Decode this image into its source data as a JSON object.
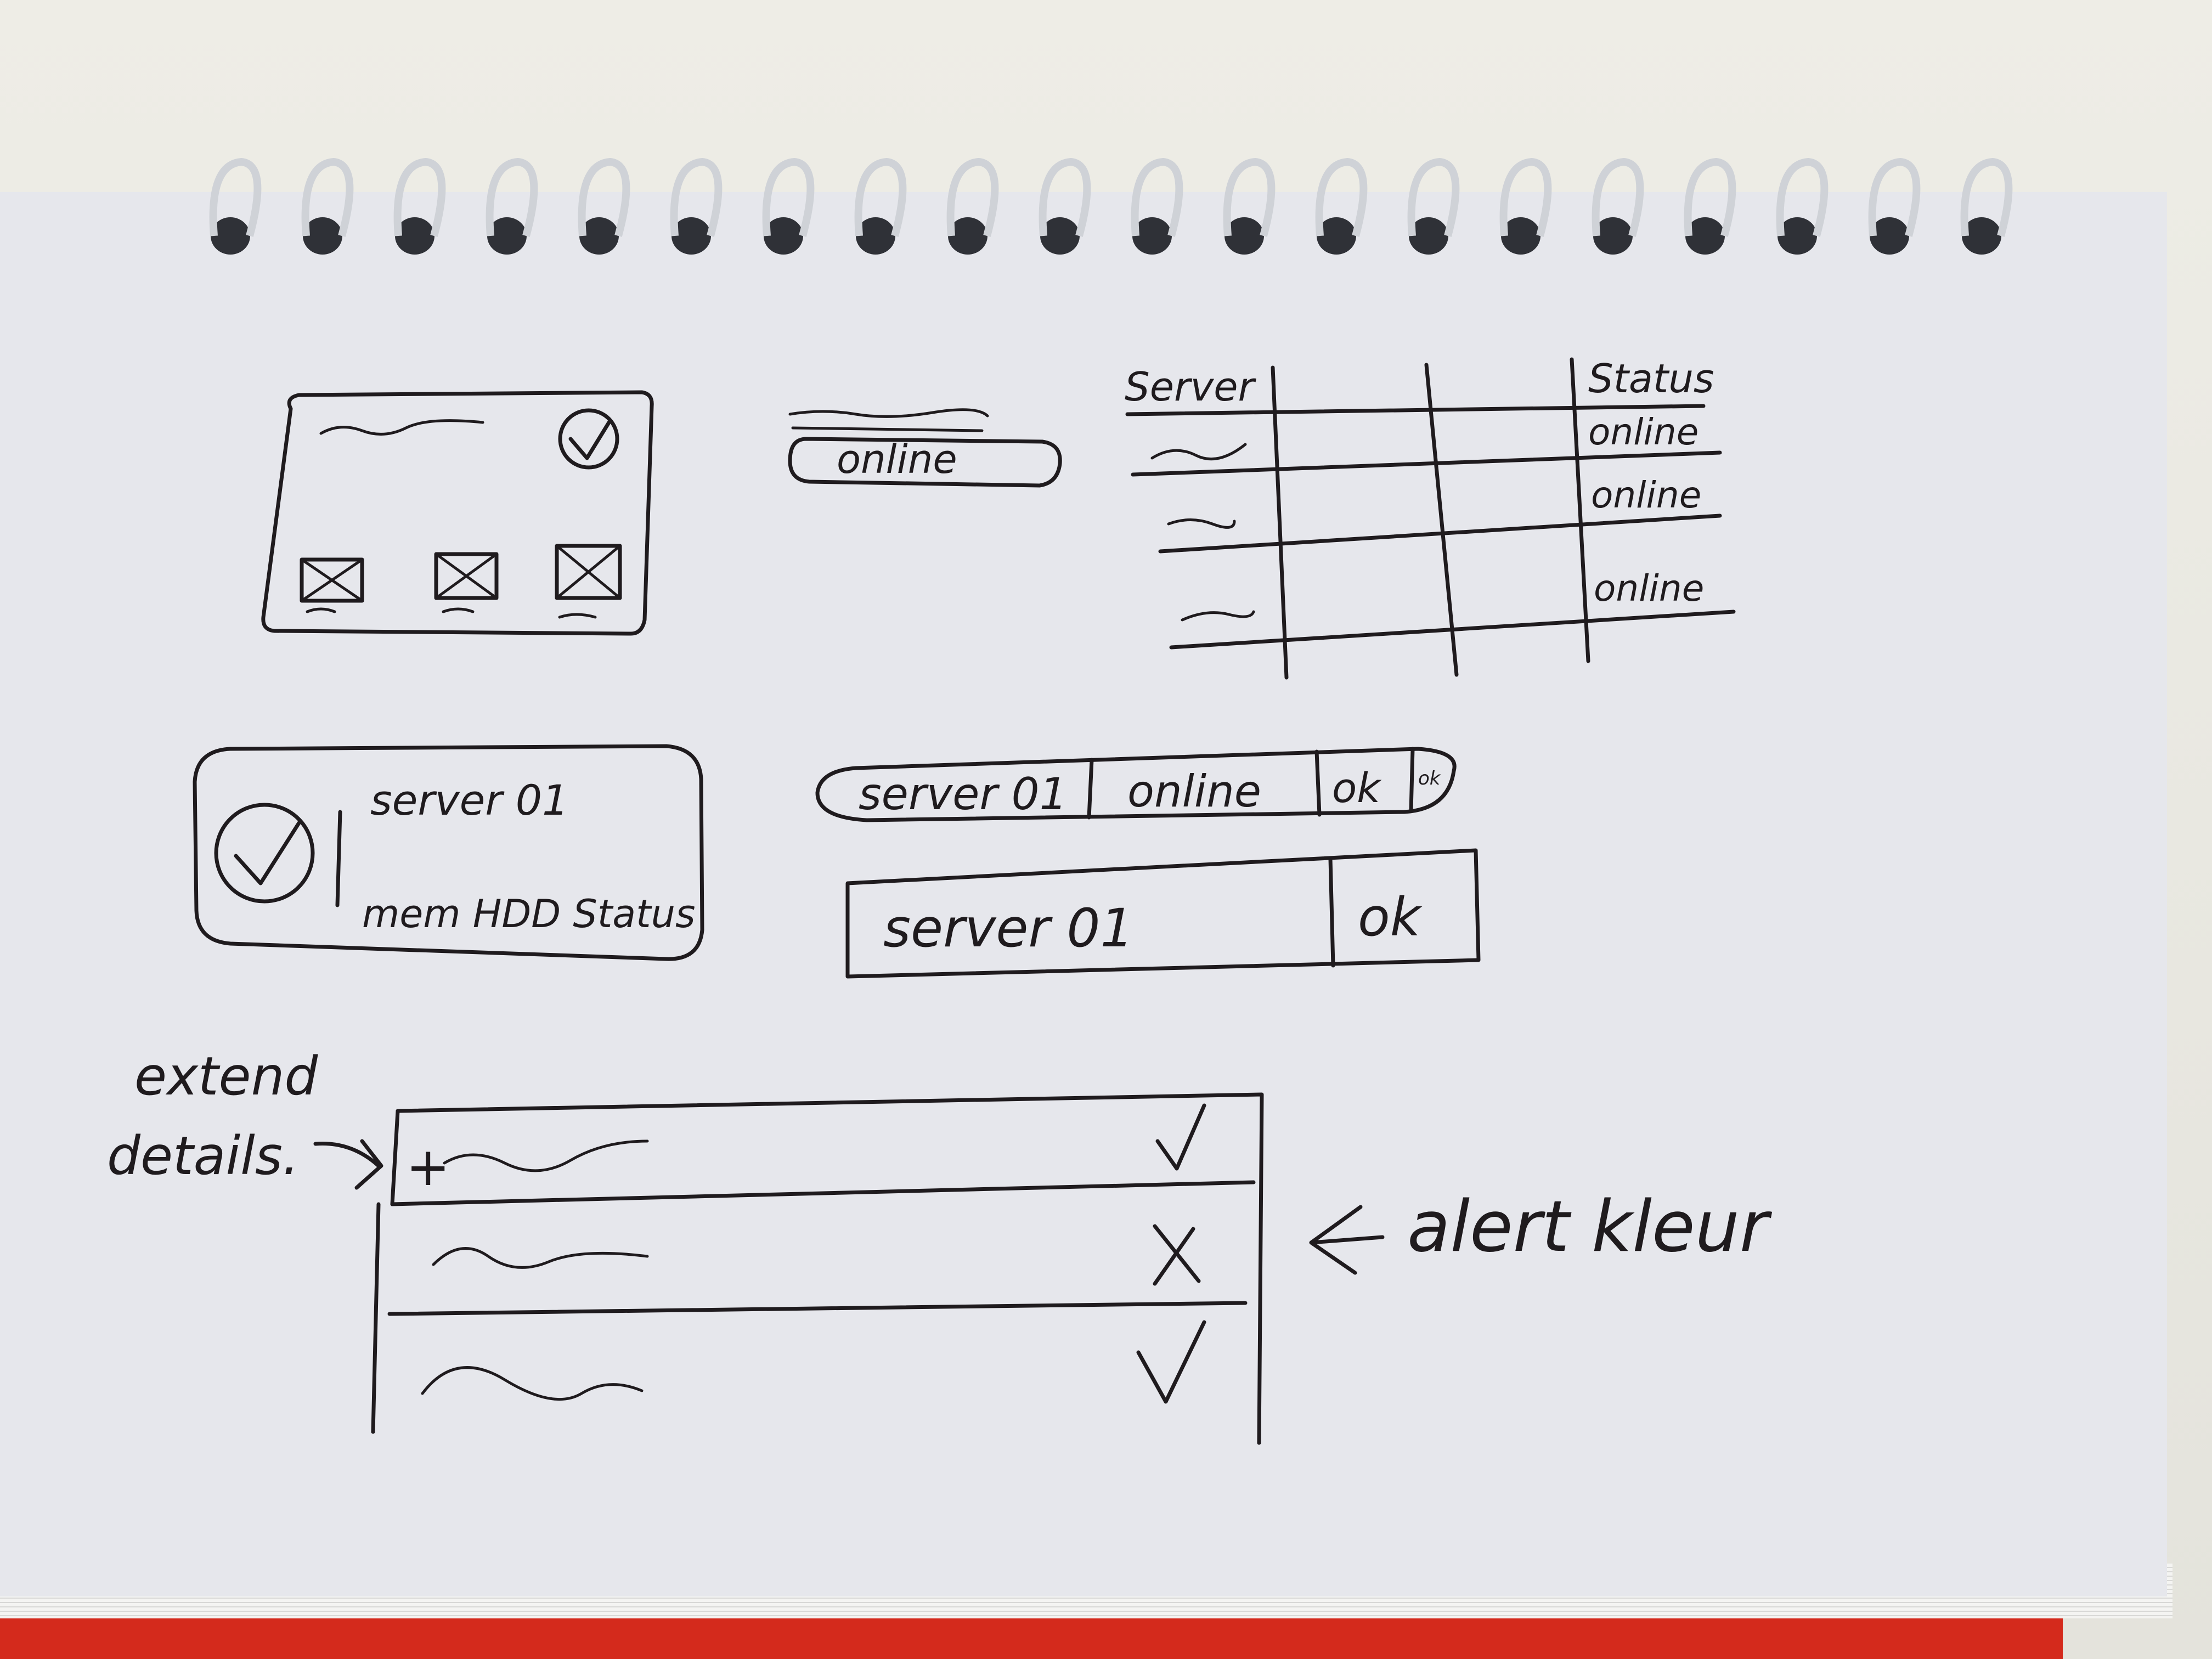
{
  "sketch": {
    "status_pill": {
      "label": "online"
    },
    "server_table": {
      "headers": [
        "Server",
        "",
        "",
        "Status"
      ],
      "rows": [
        {
          "status": "online"
        },
        {
          "status": "online"
        },
        {
          "status": "online"
        }
      ]
    },
    "server_card": {
      "title": "server 01",
      "detail": "mem HDD Status"
    },
    "segmented_pill": {
      "segments": [
        "server 01",
        "online",
        "ok",
        "ok"
      ]
    },
    "server_row": {
      "name": "server 01",
      "status": "ok"
    },
    "list_annotations": {
      "left_line1": "extend",
      "left_line2": "details.",
      "right": "alert kleur"
    },
    "expand_glyph": "+",
    "colors": {
      "ink": "#1f1b1e",
      "paper": "#e6e7ec",
      "cover": "#d42a1c"
    }
  }
}
